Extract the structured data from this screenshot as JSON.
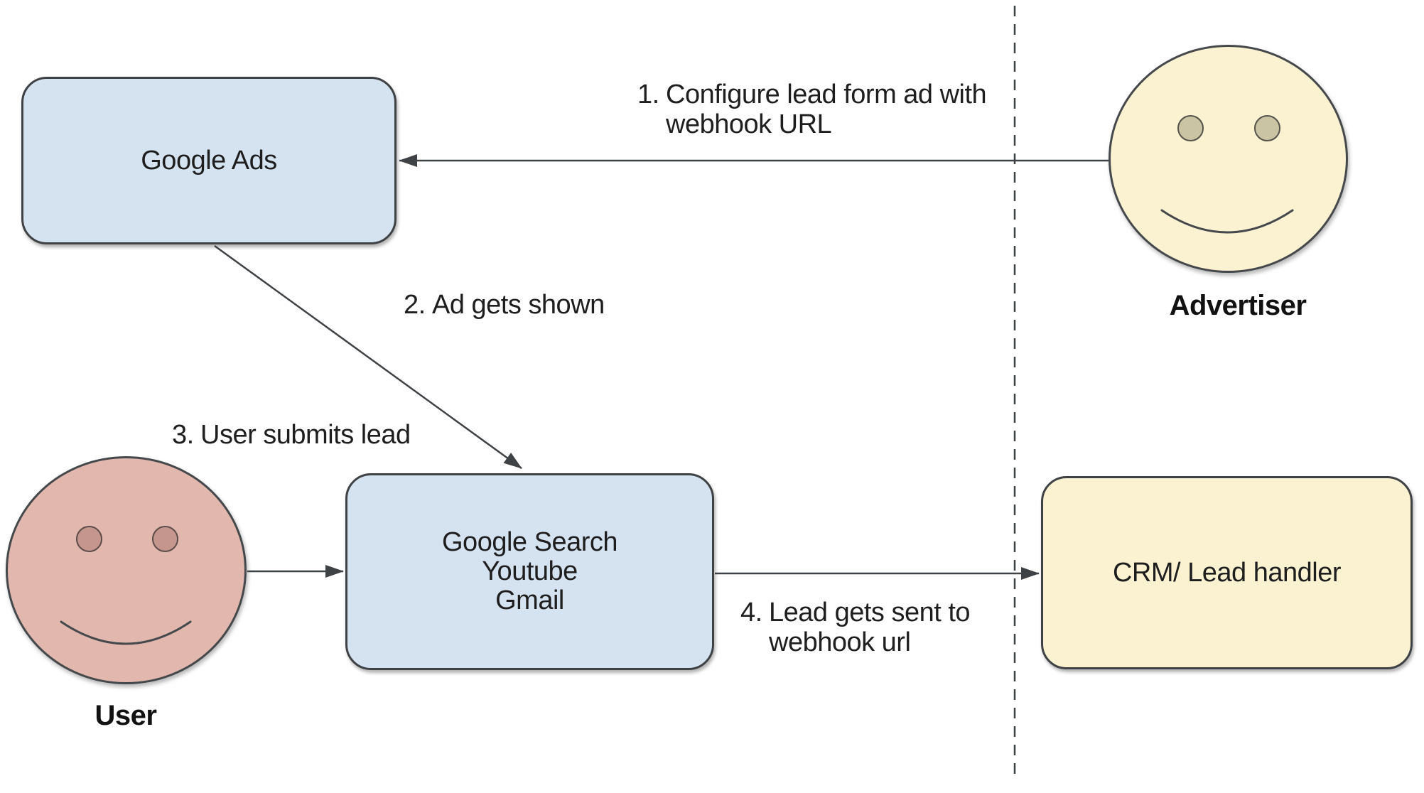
{
  "diagram": {
    "description": "Google Ads lead form webhook flow"
  },
  "nodes": {
    "google_ads": {
      "label": "Google Ads"
    },
    "platforms": {
      "lines": [
        "Google Search",
        "Youtube",
        "Gmail"
      ]
    },
    "crm": {
      "label": "CRM/ Lead handler"
    }
  },
  "actors": {
    "advertiser": {
      "label": "Advertiser"
    },
    "user": {
      "label": "User"
    }
  },
  "steps": [
    {
      "number": "1.",
      "lines": [
        "Configure lead form ad with",
        "webhook URL"
      ]
    },
    {
      "number": "2.",
      "lines": [
        "Ad gets shown"
      ]
    },
    {
      "number": "3.",
      "lines": [
        "User submits lead"
      ]
    },
    {
      "number": "4.",
      "lines": [
        "Lead gets sent to",
        "webhook url"
      ]
    }
  ],
  "colors": {
    "node_blue": "#d5e3f1",
    "node_yellow": "#fbf2d2",
    "face_pink": "#e2b7ad",
    "advertiser_eye": "#cbc4a4",
    "user_eye": "#c5968e",
    "line": "#3f4245",
    "text": "#1e1e1e"
  }
}
